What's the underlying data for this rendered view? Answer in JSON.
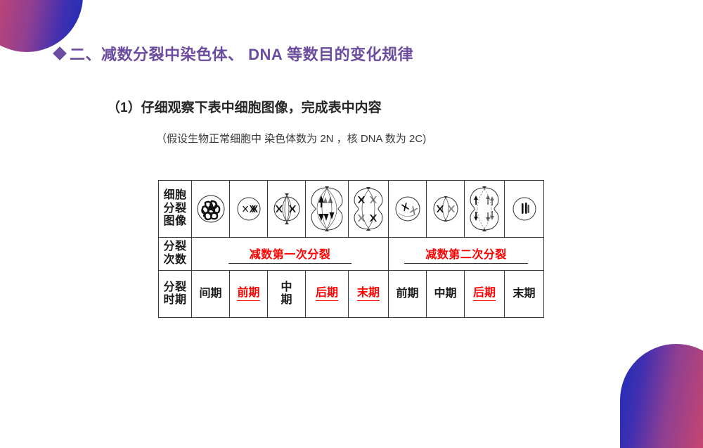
{
  "slide": {
    "heading": "二、减数分裂中染色体、 DNA 等数目的变化规律",
    "bullet_icon": "diamond-bullet-icon",
    "heading_color": "#6b4c9e",
    "question": "（1）仔细观察下表中细胞图像，完成表中内容",
    "note": "（假设生物正常细胞中    染色体数为 2N ，核 DNA 数为 2C)"
  },
  "table": {
    "row_headers": [
      "细胞分裂图像",
      "分裂次数",
      "分裂时期"
    ],
    "row_header_lines": [
      [
        "细胞",
        "分裂",
        "图像"
      ],
      [
        "分裂",
        "次数"
      ],
      [
        "分裂",
        "时期"
      ]
    ],
    "cell_images": [
      {
        "name": "interphase-chromatin-tangle",
        "stage": "间期"
      },
      {
        "name": "prophase-i-paired-chromosomes",
        "stage": "前期"
      },
      {
        "name": "metaphase-i-spindle-equator",
        "stage": "中期"
      },
      {
        "name": "anaphase-i-homologs-separating",
        "stage": "后期"
      },
      {
        "name": "telophase-i-two-cells",
        "stage": "末期"
      },
      {
        "name": "prophase-ii-scattered",
        "stage": "前期"
      },
      {
        "name": "metaphase-ii-equator",
        "stage": "中期"
      },
      {
        "name": "anaphase-ii-sisters-separating",
        "stage": "后期"
      },
      {
        "name": "telophase-ii-single-chromatids",
        "stage": "末期"
      }
    ],
    "division_counts": [
      {
        "label": "减数第一次分裂",
        "span": 5,
        "color": "#ff0000"
      },
      {
        "label": "减数第二次分裂",
        "span": 4,
        "color": "#ff0000"
      }
    ],
    "phases": [
      {
        "label": "间期",
        "color": "black",
        "underline": false,
        "twoline": false
      },
      {
        "label": "前期",
        "color": "red",
        "underline": true,
        "twoline": false
      },
      {
        "label": "中期",
        "color": "black",
        "underline": false,
        "twoline": true
      },
      {
        "label": "后期",
        "color": "red",
        "underline": true,
        "twoline": false
      },
      {
        "label": "末期",
        "color": "red",
        "underline": true,
        "twoline": false
      },
      {
        "label": "前期",
        "color": "black",
        "underline": false,
        "twoline": false
      },
      {
        "label": "中期",
        "color": "black",
        "underline": false,
        "twoline": false
      },
      {
        "label": "后期",
        "color": "red",
        "underline": true,
        "twoline": false
      },
      {
        "label": "末期",
        "color": "black",
        "underline": false,
        "twoline": false
      }
    ]
  }
}
